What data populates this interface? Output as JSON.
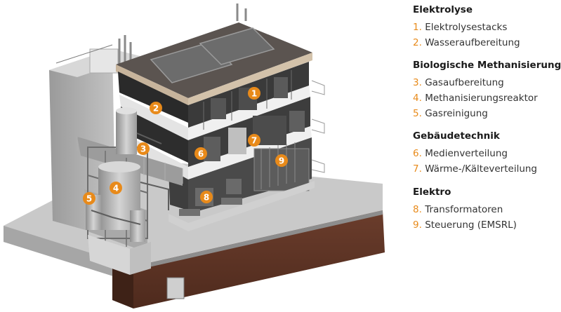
{
  "colors": {
    "accent": "#e88a1a",
    "heading": "#1a1a1a",
    "text": "#333333"
  },
  "legend": {
    "groups": [
      {
        "title": "Elektrolyse",
        "items": [
          {
            "num": "1.",
            "label": "Elektrolysestacks"
          },
          {
            "num": "2.",
            "label": "Wasseraufbereitung"
          }
        ]
      },
      {
        "title": "Biologische Methanisierung",
        "items": [
          {
            "num": "3.",
            "label": "Gasaufbereitung"
          },
          {
            "num": "4.",
            "label": "Methanisierungsreaktor"
          },
          {
            "num": "5.",
            "label": "Gasreinigung"
          }
        ]
      },
      {
        "title": "Gebäudetechnik",
        "items": [
          {
            "num": "6.",
            "label": "Medienverteilung"
          },
          {
            "num": "7.",
            "label": "Wärme-/Kälteverteilung"
          }
        ]
      },
      {
        "title": "Elektro",
        "items": [
          {
            "num": "8.",
            "label": "Transformatoren"
          },
          {
            "num": "9.",
            "label": "Steuerung (EMSRL)"
          }
        ]
      }
    ]
  },
  "markers": [
    "1",
    "2",
    "3",
    "4",
    "5",
    "6",
    "7",
    "8",
    "9"
  ]
}
